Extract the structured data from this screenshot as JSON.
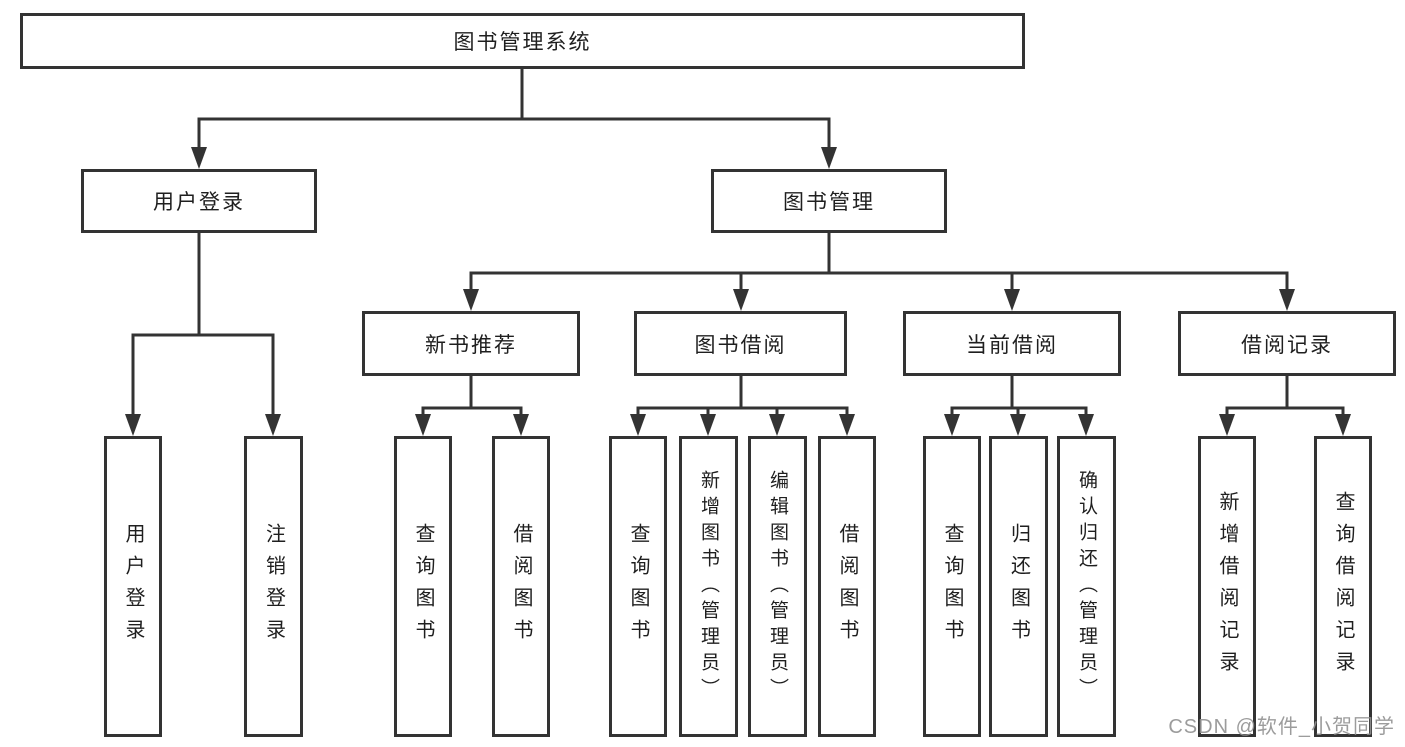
{
  "diagram": {
    "root": {
      "label": "图书管理系统"
    },
    "level2": [
      {
        "label": "用户登录"
      },
      {
        "label": "图书管理"
      }
    ],
    "level3": [
      {
        "label": "新书推荐"
      },
      {
        "label": "图书借阅"
      },
      {
        "label": "当前借阅"
      },
      {
        "label": "借阅记录"
      }
    ],
    "level4": {
      "user_login": [
        {
          "label": "用户登录"
        },
        {
          "label": "注销登录"
        }
      ],
      "new_books": [
        {
          "label": "查询图书"
        },
        {
          "label": "借阅图书"
        }
      ],
      "book_borrow": [
        {
          "label": "查询图书"
        },
        {
          "label": "新增图书（管理员）"
        },
        {
          "label": "编辑图书（管理员）"
        },
        {
          "label": "借阅图书"
        }
      ],
      "current_borrow": [
        {
          "label": "查询图书"
        },
        {
          "label": "归还图书"
        },
        {
          "label": "确认归还（管理员）"
        }
      ],
      "borrow_records": [
        {
          "label": "新增借阅记录"
        },
        {
          "label": "查询借阅记录"
        }
      ]
    },
    "watermark": "CSDN @软件_小贺同学",
    "colors": {
      "line": "#333333",
      "text": "#1f1f1f",
      "watermark": "#919191",
      "background": "#ffffff"
    }
  }
}
